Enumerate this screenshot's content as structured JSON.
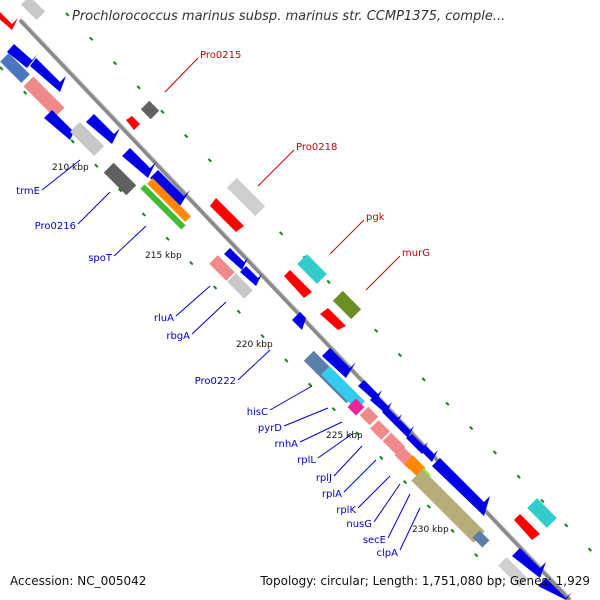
{
  "title": "Prochlorococcus marinus subsp. marinus str. CCMP1375, comple...",
  "footer": {
    "accession": "Accession: NC_005042",
    "topology": "Topology: circular; Length: 1,751,080 bp; Genes: 1,929"
  },
  "colors": {
    "backbone": "#8c8c8c",
    "tick": "#118811",
    "label_blue": "#0000cc",
    "label_red": "#cc0000"
  },
  "scale_labels": [
    "210 kbp",
    "215 kbp",
    "220 kbp",
    "225 kbp",
    "230 kbp"
  ],
  "gene_labels": [
    {
      "name": "Pro0215",
      "color": "red"
    },
    {
      "name": "Pro0218",
      "color": "red"
    },
    {
      "name": "pgk",
      "color": "red"
    },
    {
      "name": "murG",
      "color": "red"
    },
    {
      "name": "trmE",
      "color": "blue"
    },
    {
      "name": "Pro0216",
      "color": "blue"
    },
    {
      "name": "spoT",
      "color": "blue"
    },
    {
      "name": "rluA",
      "color": "blue"
    },
    {
      "name": "rbgA",
      "color": "blue"
    },
    {
      "name": "Pro0222",
      "color": "blue"
    },
    {
      "name": "hisC",
      "color": "blue"
    },
    {
      "name": "pyrD",
      "color": "blue"
    },
    {
      "name": "rnhA",
      "color": "blue"
    },
    {
      "name": "rplL",
      "color": "blue"
    },
    {
      "name": "rplJ",
      "color": "blue"
    },
    {
      "name": "rplA",
      "color": "blue"
    },
    {
      "name": "rplK",
      "color": "blue"
    },
    {
      "name": "nusG",
      "color": "blue"
    },
    {
      "name": "secE",
      "color": "blue"
    },
    {
      "name": "clpA",
      "color": "blue"
    }
  ]
}
